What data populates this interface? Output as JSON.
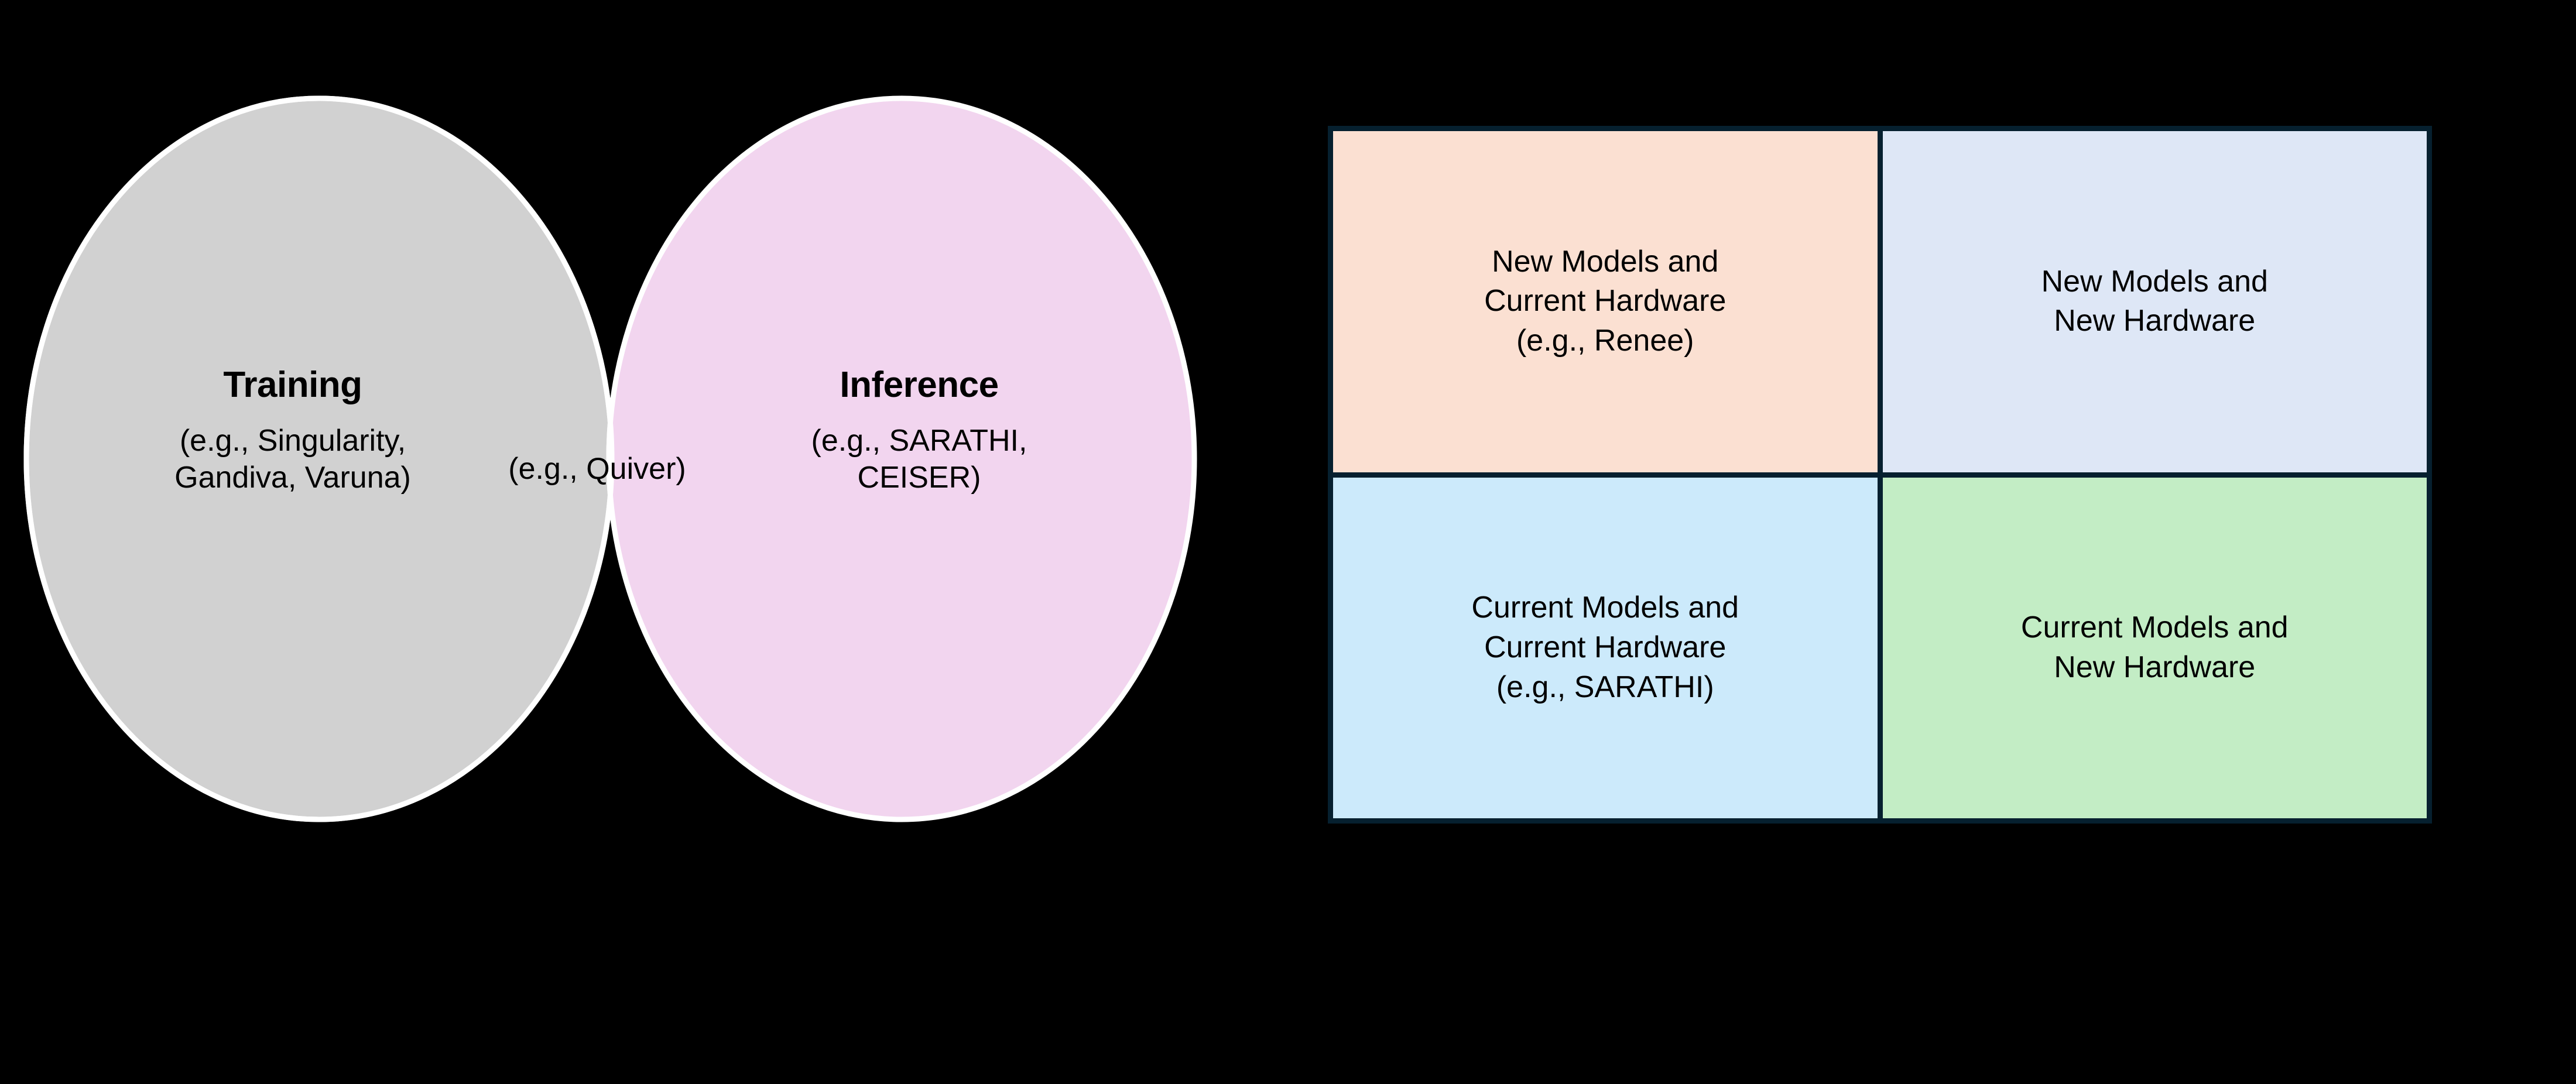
{
  "background_color": "#000000",
  "venn": {
    "left_circle": {
      "title": "Training",
      "examples": "(e.g., Singularity,\nGandiva, Varuna)",
      "fill_color": "#D1D1D1",
      "outline_color": "#FFFFFF"
    },
    "right_circle": {
      "title": "Inference",
      "examples": "(e.g., SARATHI,\nCEISER)",
      "fill_color": "#F2D5EF",
      "outline_color": "#FFFFFF"
    },
    "overlap": {
      "label": "(e.g., Quiver)",
      "fill_color": "#DEC8DD"
    }
  },
  "matrix": {
    "border_color": "#06202F",
    "cells": [
      {
        "text": "New Models and\nCurrent Hardware\n(e.g., Renee)",
        "color": "#FBE0D2",
        "name": "new-models-current-hardware"
      },
      {
        "text": "New Models and\nNew Hardware",
        "color": "#DEE7F6",
        "name": "new-models-new-hardware"
      },
      {
        "text": "Current Models and\nCurrent Hardware\n(e.g., SARATHI)",
        "color": "#CCEAFB",
        "name": "current-models-current-hardware"
      },
      {
        "text": "Current Models and\nNew Hardware",
        "color": "#C3EDC5",
        "name": "current-models-new-hardware"
      }
    ]
  }
}
